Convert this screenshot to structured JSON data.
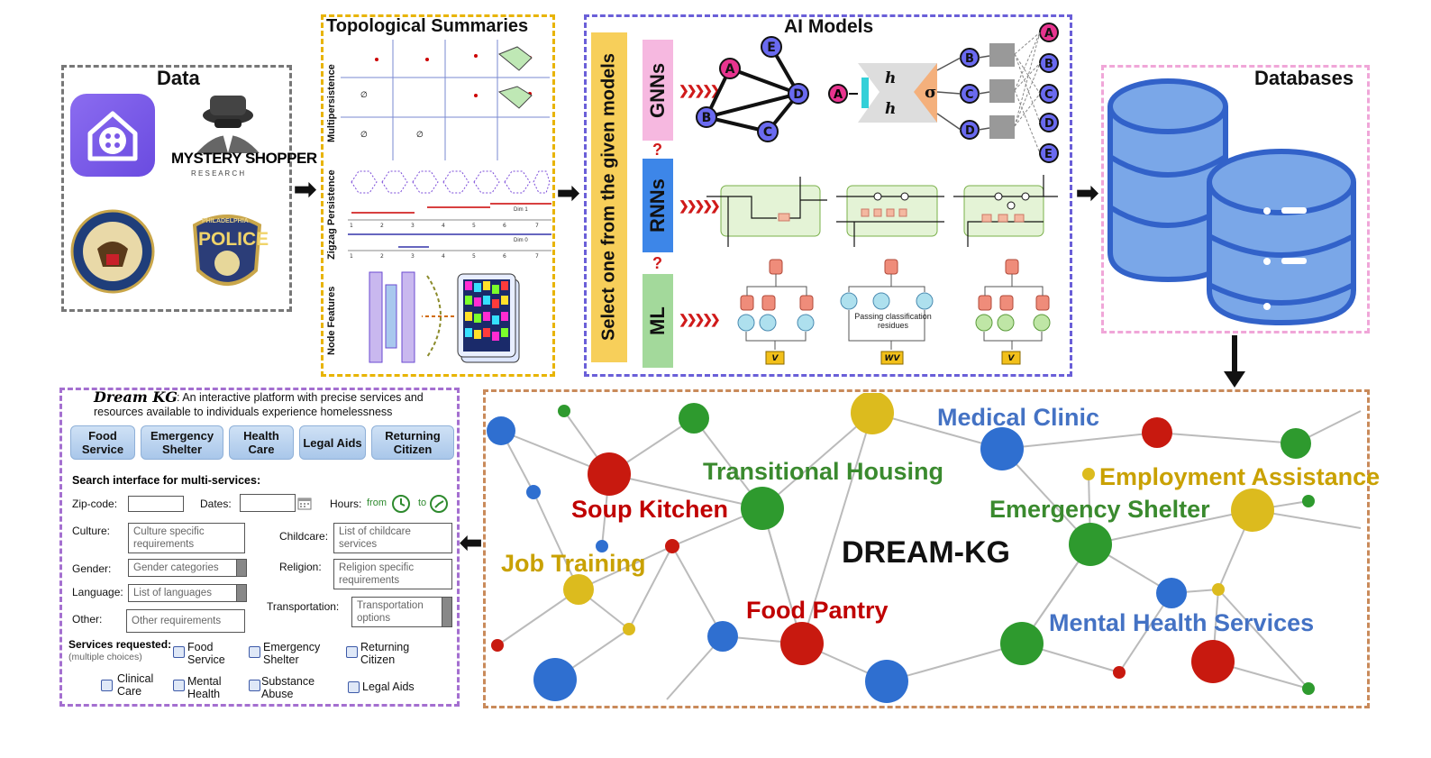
{
  "data_panel": {
    "title": "Data",
    "mystery_line1": "MYSTERY SHOPPER",
    "mystery_line2": "R E S E A R C H",
    "police_top": "PHILADELPHIA",
    "police_main": "POLICE"
  },
  "topo_panel": {
    "title": "Topological Summaries",
    "labels": [
      "Multipersistence",
      "Zigzag Persistence",
      "Node Features"
    ],
    "dim1": "Dim 1",
    "dim0": "Dim 0"
  },
  "ai_panel": {
    "title": "AI Models",
    "select_text": "Select one from the given models",
    "models": [
      "GNNs",
      "RNNs",
      "ML"
    ],
    "gnn_nodes": [
      "A",
      "B",
      "C",
      "D",
      "E"
    ],
    "ml_caption": "Passing classification residues",
    "ml_outputs": [
      "V",
      "WV",
      "V"
    ],
    "h_a": "h",
    "sigma": "σ"
  },
  "db_panel": {
    "title": "Databases"
  },
  "kg": {
    "center": "DREAM-KG",
    "labels": [
      {
        "text": "Medical Clinic",
        "color": "#4472c4"
      },
      {
        "text": "Transitional Housing",
        "color": "#3a8a2e"
      },
      {
        "text": "Employment Assistance",
        "color": "#c9a100"
      },
      {
        "text": "Soup Kitchen",
        "color": "#c00000"
      },
      {
        "text": "Emergency Shelter",
        "color": "#3a8a2e"
      },
      {
        "text": "Job Training",
        "color": "#c9a100"
      },
      {
        "text": "Food Pantry",
        "color": "#c00000"
      },
      {
        "text": "Mental Health Services",
        "color": "#4472c4"
      }
    ]
  },
  "ui": {
    "brand": "Dream KG",
    "tagline": ": An interactive platform with  precise services and resources available to individuals  experience homelessness",
    "services": [
      "Food Service",
      "Emergency Shelter",
      "Health Care",
      "Legal Aids",
      "Returning Citizen"
    ],
    "search_title": "Search interface for multi-services:",
    "zip_label": "Zip-code:",
    "dates_label": "Dates:",
    "hours_label": "Hours:",
    "from_label": "from",
    "to_label": "to",
    "culture_label": "Culture:",
    "culture_placeholder": "Culture specific requirements",
    "childcare_label": "Childcare:",
    "childcare_placeholder": "List of childcare services",
    "gender_label": "Gender:",
    "gender_placeholder": "Gender categories",
    "religion_label": "Religion:",
    "religion_placeholder": "Religion specific requirements",
    "language_label": "Language:",
    "language_placeholder": "List of languages",
    "transport_label": "Transportation:",
    "transport_placeholder": "Transportation options",
    "other_label": "Other:",
    "other_placeholder": "Other requirements",
    "requested_label": "Services requested:",
    "multiple_choices": "(multiple choices)",
    "checks": [
      "Food Service",
      "Emergency Shelter",
      "Returning Citizen",
      "Clinical Care",
      "Mental Health",
      "Substance Abuse",
      "Legal Aids"
    ]
  },
  "colors": {
    "red": "#c8190f",
    "green": "#2e9a2e",
    "blue": "#2f6fd0",
    "yellow": "#dcbb1e",
    "db_fill": "#7aa7e8",
    "db_stroke": "#3262c9"
  }
}
